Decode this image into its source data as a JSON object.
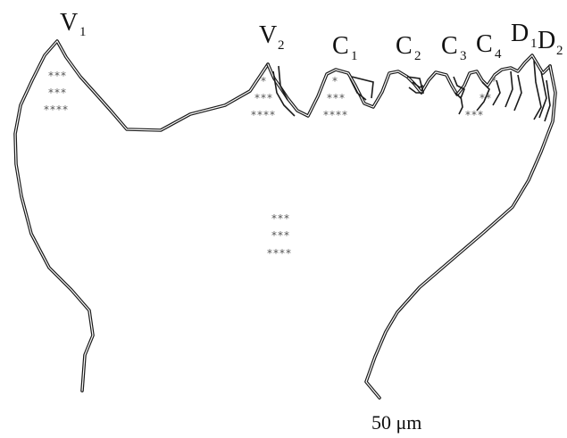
{
  "colors": {
    "line": "#1a1a1a",
    "line_highlight": "#ffffff",
    "text": "#111111",
    "stars": "#555555"
  },
  "labels": {
    "V1": {
      "letter": "V",
      "sub": "1"
    },
    "V2": {
      "letter": "V",
      "sub": "2"
    },
    "C1": {
      "letter": "C",
      "sub": "1"
    },
    "C2": {
      "letter": "C",
      "sub": "2"
    },
    "C3": {
      "letter": "C",
      "sub": "3"
    },
    "C4": {
      "letter": "C",
      "sub": "4"
    },
    "D1": {
      "letter": "D",
      "sub": "1"
    },
    "D2": {
      "letter": "D",
      "sub": "2"
    }
  },
  "significance": {
    "v1": [
      "***",
      "***",
      "****"
    ],
    "v2": [
      "*",
      "***",
      "****"
    ],
    "c1": [
      "*",
      "***",
      "****"
    ],
    "c4": [
      "*",
      "**",
      "***"
    ],
    "body": [
      "***",
      "***",
      "****"
    ]
  },
  "scale_bar": {
    "label": "50 μm"
  }
}
